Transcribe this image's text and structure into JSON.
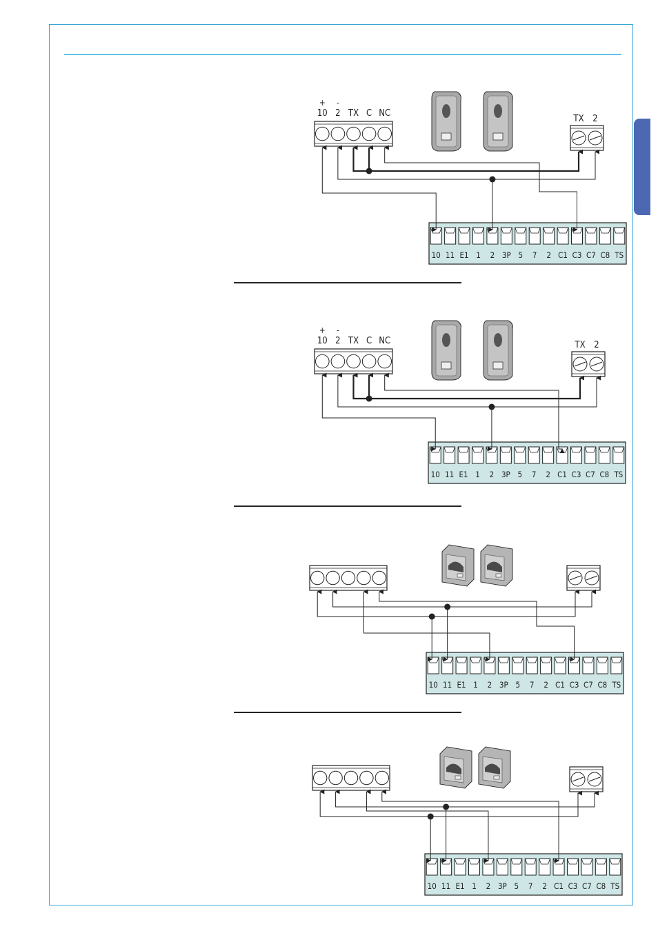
{
  "colors": {
    "frame": "#3aa6d6",
    "header_rule": "#5fc1e4",
    "side_tab": "#4d68b3",
    "terminal_board": "#cfe6e6",
    "wire": "#222222"
  },
  "board_terminals": [
    "10",
    "11",
    "E1",
    "1",
    "2",
    "3P",
    "5",
    "7",
    "2",
    "C1",
    "C3",
    "C7",
    "C8",
    "TS"
  ],
  "diagrams": [
    {
      "receiver_labels": [
        "10",
        "2",
        "TX",
        "C",
        "NC"
      ],
      "receiver_polarity": [
        "+",
        "-"
      ],
      "transmitter_labels": [
        "TX",
        "2"
      ],
      "device_icon": "wall-photocell-icon"
    },
    {
      "receiver_labels": [
        "10",
        "2",
        "TX",
        "C",
        "NC"
      ],
      "receiver_polarity": [
        "+",
        "-"
      ],
      "transmitter_labels": [
        "TX",
        "2"
      ],
      "device_icon": "wall-photocell-icon"
    },
    {
      "receiver_labels": [],
      "receiver_polarity": [],
      "transmitter_labels": [],
      "device_icon": "column-photocell-icon"
    },
    {
      "receiver_labels": [],
      "receiver_polarity": [],
      "transmitter_labels": [],
      "device_icon": "column-photocell-icon"
    }
  ]
}
